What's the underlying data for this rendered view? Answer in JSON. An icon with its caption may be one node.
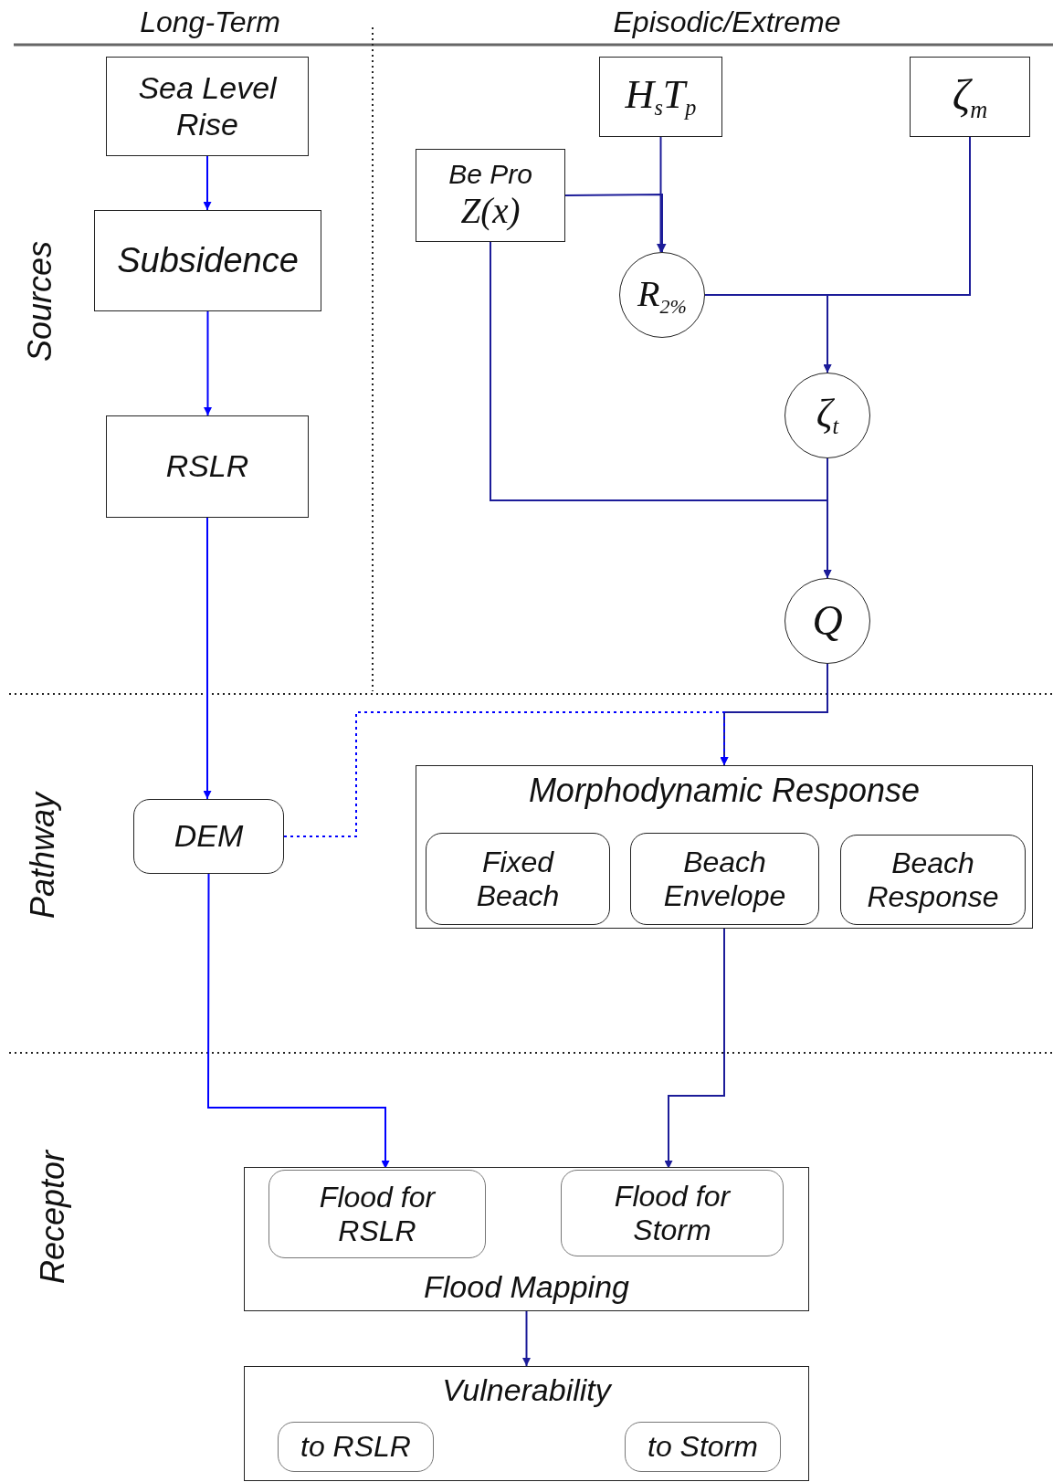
{
  "diagram": {
    "nodes": [
      {
        "text": [
          "Sea Level Rise"
        ]
      },
      {
        "text": [
          "Subsidence"
        ]
      },
      {
        "text": [
          "RSLR"
        ]
      },
      {
        "text": [
          "H$_{s}$T$_{p}$"
        ]
      },
      {
        "text": [
          "ζ$_{m}$"
        ]
      },
      {
        "text": [
          "Be Pro",
          "Z(x)"
        ]
      },
      {
        "text": [
          "R$_{2%}$"
        ]
      },
      {
        "text": [
          "ζ$_{t}$"
        ]
      },
      {
        "text": [
          "Q"
        ]
      },
      {
        "text": [
          "DEM"
        ]
      },
      {
        "text": [
          "Morphodynamic Response"
        ]
      },
      {
        "text": [
          "Fixed Beach"
        ],
        "in": 10
      },
      {
        "text": [
          "Beach Envelope"
        ],
        "in": 10
      },
      {
        "text": [
          "Beach Response"
        ],
        "in": 10
      },
      {
        "text": [
          "Flood Mapping"
        ]
      },
      {
        "text": [
          "Flood for RSLR"
        ],
        "in": 14
      },
      {
        "text": [
          "Flood for Storm"
        ],
        "in": 14
      },
      {
        "text": [
          "Vulnerability"
        ]
      },
      {
        "text": [
          "to RSLR"
        ],
        "in": 17
      },
      {
        "text": [
          "to Storm"
        ],
        "in": 17
      }
    ],
    "edges": [
      {
        "from": 0,
        "to": 1,
        "arrow": "to",
        "color": "#0000ff"
      },
      {
        "from": 1,
        "to": 2,
        "arrow": "to",
        "color": "#0000ff"
      },
      {
        "from": 2,
        "to": 9,
        "arrow": "to",
        "color": "#0000ff"
      },
      {
        "from": 3,
        "to": 6,
        "arrow": "to"
      },
      {
        "from": 5,
        "to": 6,
        "arrow": "to"
      },
      {
        "from": 6,
        "to": 7,
        "arrow": "to"
      },
      {
        "from": 4,
        "to": 7,
        "arrow": "to"
      },
      {
        "from": 5,
        "to": 8,
        "arrow": "to"
      },
      {
        "from": 7,
        "to": 8,
        "arrow": "to"
      },
      {
        "from": 8,
        "to": 10,
        "arrow": "to"
      },
      {
        "from": 9,
        "to": 10,
        "arrow": "to",
        "style": "dashed",
        "color": "#0000ff"
      },
      {
        "from": 9,
        "to": 15,
        "arrow": "to",
        "color": "#0000ff"
      },
      {
        "from": 10,
        "to": 16,
        "arrow": "to"
      },
      {
        "from": 14,
        "to": 17,
        "arrow": "to"
      }
    ],
    "labels": [
      "Long-Term",
      "Episodic/Extreme",
      "Sources",
      "Pathway",
      "Receptor"
    ]
  }
}
